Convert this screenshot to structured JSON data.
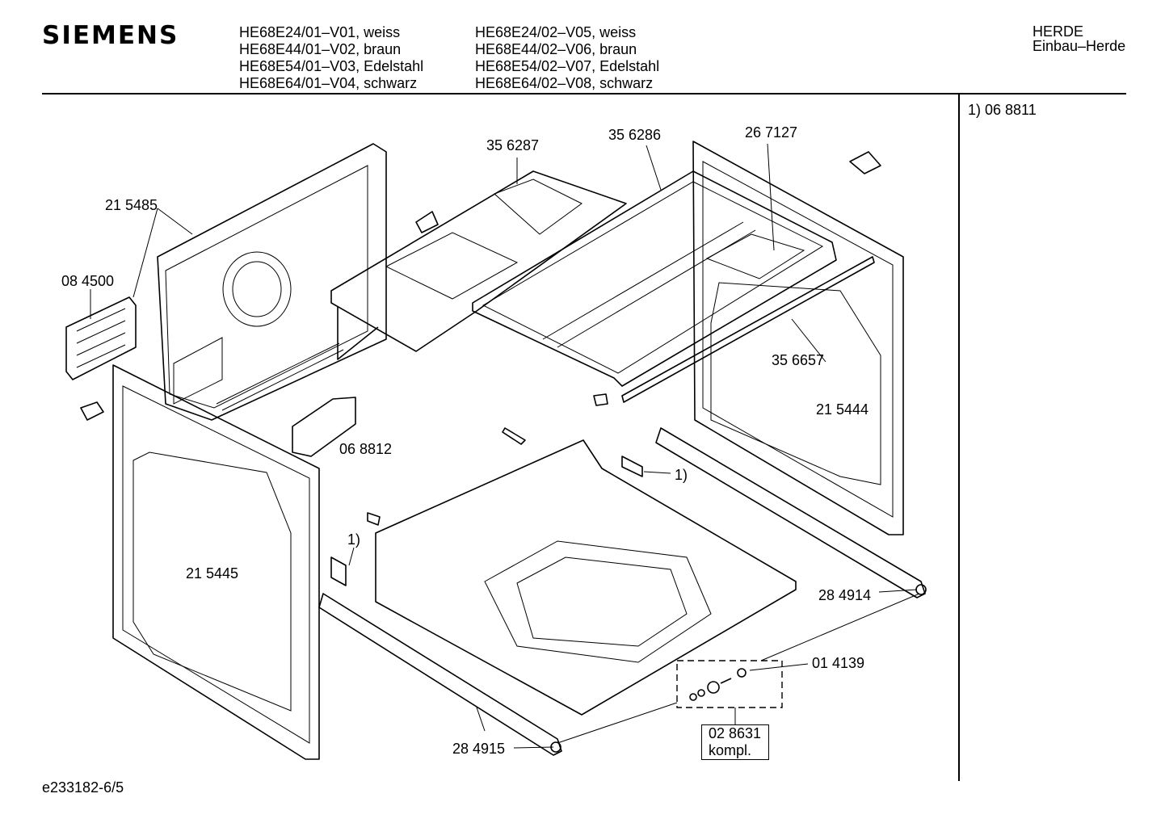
{
  "header": {
    "brand": "SIEMENS",
    "models_col1": [
      "HE68E24/01–V01, weiss",
      "HE68E44/01–V02, braun",
      "HE68E54/01–V03, Edelstahl",
      "HE68E64/01–V04, schwarz"
    ],
    "models_col2": [
      "HE68E24/02–V05, weiss",
      "HE68E44/02–V06, braun",
      "HE68E54/02–V07, Edelstahl",
      "HE68E64/02–V08, schwarz"
    ],
    "category": "HERDE",
    "subcategory": "Einbau–Herde"
  },
  "note": "1) 06 8811",
  "footer": "e233182-6/5",
  "parts": {
    "p215485": "21 5485",
    "p084500": "08 4500",
    "p356287": "35 6287",
    "p356286": "35 6286",
    "p267127": "26 7127",
    "p356657": "35 6657",
    "p215444": "21 5444",
    "p068812": "06 8812",
    "ref1a": "1)",
    "ref1b": "1)",
    "p215445": "21 5445",
    "p284914": "28 4914",
    "p014139": "01 4139",
    "p284915": "28 4915",
    "kit_number": "02 8631",
    "kit_label": "kompl."
  }
}
